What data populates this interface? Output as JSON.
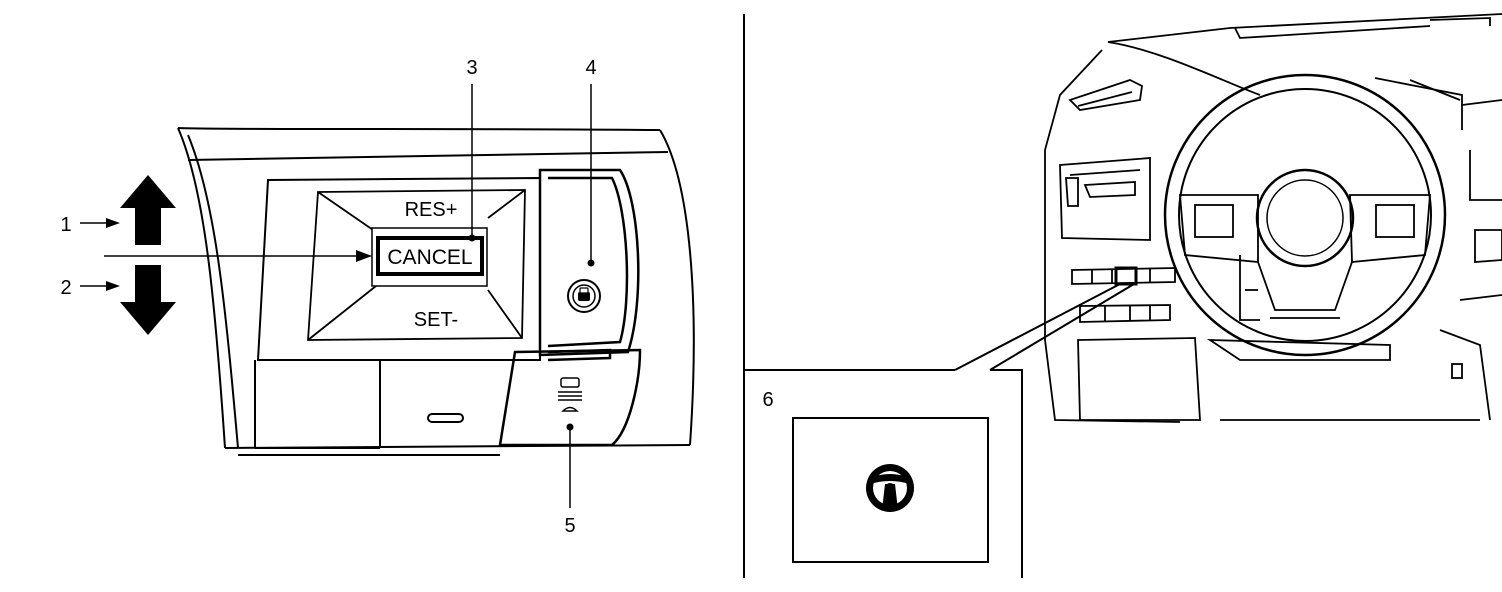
{
  "left_panel": {
    "labels": {
      "button_res": "RES+",
      "button_cancel": "CANCEL",
      "button_set": "SET-"
    },
    "callouts": {
      "c1": "1",
      "c2": "2",
      "c3": "3",
      "c4": "4",
      "c5": "5"
    }
  },
  "right_panel": {
    "callouts": {
      "c6": "6"
    },
    "inset_icon": "steering-wheel-icon"
  }
}
